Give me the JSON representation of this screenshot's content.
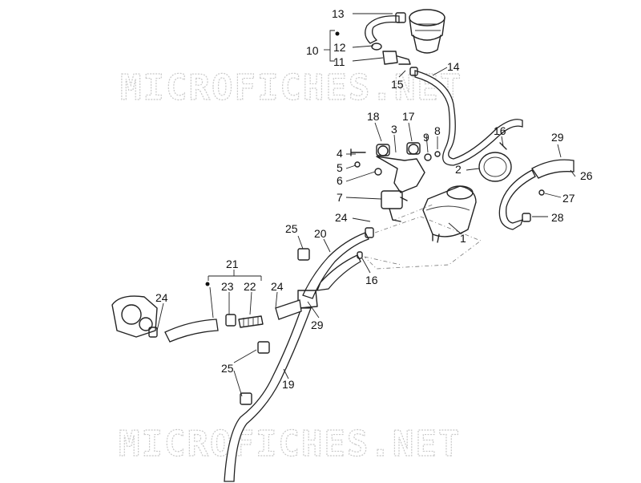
{
  "watermark": "MICROFICHES.NET",
  "callouts": [
    {
      "id": "c13",
      "label": "13"
    },
    {
      "id": "c10",
      "label": "10"
    },
    {
      "id": "c12",
      "label": "12"
    },
    {
      "id": "c11",
      "label": "11"
    },
    {
      "id": "c14",
      "label": "14"
    },
    {
      "id": "c15",
      "label": "15"
    },
    {
      "id": "c18",
      "label": "18"
    },
    {
      "id": "c17",
      "label": "17"
    },
    {
      "id": "c3",
      "label": "3"
    },
    {
      "id": "c9",
      "label": "9"
    },
    {
      "id": "c8",
      "label": "8"
    },
    {
      "id": "c16a",
      "label": "16"
    },
    {
      "id": "c29a",
      "label": "29"
    },
    {
      "id": "c4",
      "label": "4"
    },
    {
      "id": "c5",
      "label": "5"
    },
    {
      "id": "c6",
      "label": "6"
    },
    {
      "id": "c2",
      "label": "2"
    },
    {
      "id": "c26",
      "label": "26"
    },
    {
      "id": "c7",
      "label": "7"
    },
    {
      "id": "c27",
      "label": "27"
    },
    {
      "id": "c24a",
      "label": "24"
    },
    {
      "id": "c28",
      "label": "28"
    },
    {
      "id": "c1",
      "label": "1"
    },
    {
      "id": "c25a",
      "label": "25"
    },
    {
      "id": "c20",
      "label": "20"
    },
    {
      "id": "c21",
      "label": "21"
    },
    {
      "id": "c16b",
      "label": "16"
    },
    {
      "id": "c23",
      "label": "23"
    },
    {
      "id": "c22",
      "label": "22"
    },
    {
      "id": "c24b",
      "label": "24"
    },
    {
      "id": "c24c",
      "label": "24"
    },
    {
      "id": "c29b",
      "label": "29"
    },
    {
      "id": "c25b",
      "label": "25"
    },
    {
      "id": "c19",
      "label": "19"
    }
  ]
}
